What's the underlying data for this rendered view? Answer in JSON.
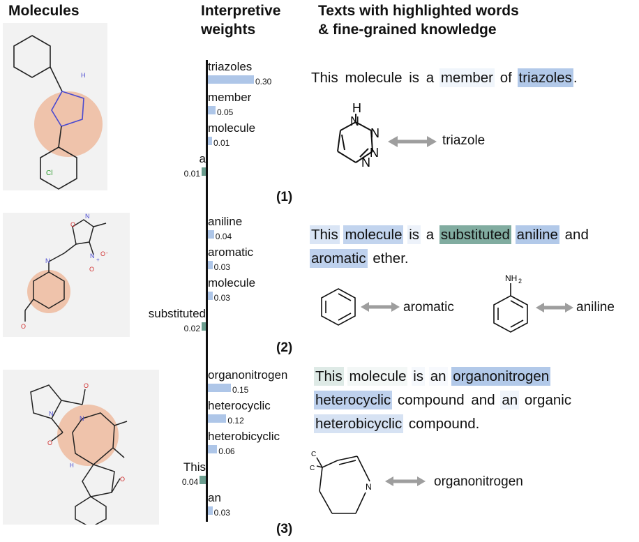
{
  "headers": {
    "molecules": "Molecules",
    "weights": [
      "Interpretive",
      "weights"
    ],
    "texts": [
      "Texts with highlighted words",
      "& fine-grained knowledge"
    ]
  },
  "colors": {
    "blue": "#aec6e8",
    "teal": "#6b9e8f",
    "highlight_circle": "#eeb393"
  },
  "panels": [
    {
      "label": "(1)",
      "weights": [
        {
          "word": "triazoles",
          "value": 0.3,
          "color": "blue"
        },
        {
          "word": "member",
          "value": 0.05,
          "color": "blue"
        },
        {
          "word": "molecule",
          "value": 0.01,
          "color": "blue"
        },
        {
          "word": "a",
          "value": 0.01,
          "color": "teal",
          "negative": true
        }
      ],
      "tokens": [
        {
          "t": "This",
          "hl": null
        },
        {
          "t": "molecule",
          "hl": null
        },
        {
          "t": "is",
          "hl": null
        },
        {
          "t": "a",
          "hl": null
        },
        {
          "t": "member",
          "hl": "blue",
          "a": 0.18
        },
        {
          "t": "of",
          "hl": null
        },
        {
          "t": "triazoles",
          "hl": "blue",
          "a": 0.95
        }
      ],
      "tail": ".",
      "knowledge": [
        "triazole"
      ]
    },
    {
      "label": "(2)",
      "weights": [
        {
          "word": "aniline",
          "value": 0.04,
          "color": "blue"
        },
        {
          "word": "aromatic",
          "value": 0.03,
          "color": "blue"
        },
        {
          "word": "molecule",
          "value": 0.03,
          "color": "blue"
        },
        {
          "word": "substituted",
          "value": 0.02,
          "color": "teal",
          "negative": true
        }
      ],
      "tokens": [
        {
          "t": "This",
          "hl": "blue",
          "a": 0.45
        },
        {
          "t": "molecule",
          "hl": "blue",
          "a": 0.75
        },
        {
          "t": "is",
          "hl": "blue",
          "a": 0.22
        },
        {
          "t": "a",
          "hl": null
        },
        {
          "t": "substituted",
          "hl": "teal",
          "a": 0.85
        },
        {
          "t": "aniline",
          "hl": "blue",
          "a": 0.95
        },
        {
          "t": "and",
          "hl": null
        },
        {
          "t": "aromatic",
          "hl": "blue",
          "a": 0.8
        },
        {
          "t": "ether.",
          "hl": null
        }
      ],
      "tail": "",
      "knowledge": [
        "aromatic",
        "aniline"
      ]
    },
    {
      "label": "(3)",
      "weights": [
        {
          "word": "organonitrogen",
          "value": 0.15,
          "color": "blue"
        },
        {
          "word": "heterocyclic",
          "value": 0.12,
          "color": "blue"
        },
        {
          "word": "heterobicyclic",
          "value": 0.06,
          "color": "blue"
        },
        {
          "word": "This",
          "value": 0.04,
          "color": "teal",
          "negative": true
        },
        {
          "word": "an",
          "value": 0.03,
          "color": "blue"
        }
      ],
      "tokens": [
        {
          "t": "This",
          "hl": "teal",
          "a": 0.22
        },
        {
          "t": "molecule",
          "hl": "teal",
          "a": 0.08
        },
        {
          "t": "is",
          "hl": "blue",
          "a": 0.12
        },
        {
          "t": "an",
          "hl": "blue",
          "a": 0.1
        },
        {
          "t": "organonitrogen",
          "hl": "blue",
          "a": 0.95
        },
        {
          "t": "heterocyclic",
          "hl": "blue",
          "a": 0.8
        },
        {
          "t": "compound",
          "hl": null
        },
        {
          "t": "and",
          "hl": null
        },
        {
          "t": "an",
          "hl": "blue",
          "a": 0.18
        },
        {
          "t": "organic",
          "hl": null
        },
        {
          "t": "heterobicyclic",
          "hl": "blue",
          "a": 0.5
        },
        {
          "t": "compound.",
          "hl": null
        }
      ],
      "tail": "",
      "knowledge": [
        "organonitrogen"
      ]
    }
  ],
  "atoms": {
    "H": "H",
    "N": "N",
    "Cl": "Cl",
    "O": "O",
    "NH2": "NH",
    "sub2": "2",
    "C": "C",
    "plus": "+",
    "minus": "-"
  }
}
